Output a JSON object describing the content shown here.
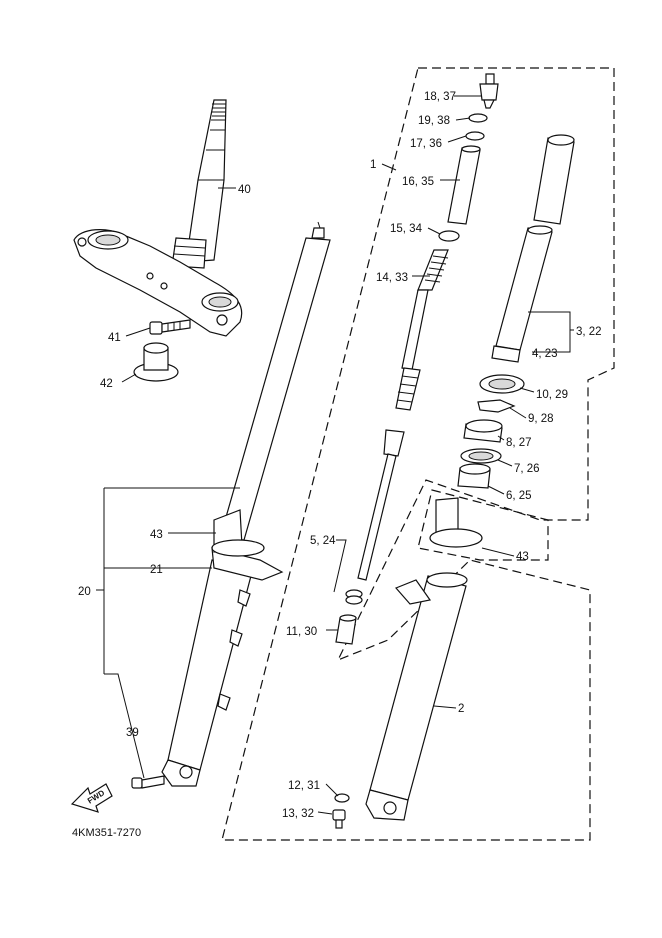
{
  "diagram": {
    "code": "4KM351-7270",
    "fwd_label": "FWD",
    "callouts": {
      "c1": "1",
      "c2": "2",
      "c3_22": "3, 22",
      "c4_23": "4, 23",
      "c5_24": "5, 24",
      "c6_25": "6, 25",
      "c7_26": "7, 26",
      "c8_27": "8, 27",
      "c9_28": "9, 28",
      "c10_29": "10, 29",
      "c11_30": "11, 30",
      "c12_31": "12, 31",
      "c13_32": "13, 32",
      "c14_33": "14, 33",
      "c15_34": "15, 34",
      "c16_35": "16, 35",
      "c17_36": "17, 36",
      "c18_37": "18, 37",
      "c19_38": "19, 38",
      "c20": "20",
      "c21": "21",
      "c39": "39",
      "c40": "40",
      "c41": "41",
      "c42": "42",
      "c43_left": "43",
      "c43_right": "43"
    }
  }
}
